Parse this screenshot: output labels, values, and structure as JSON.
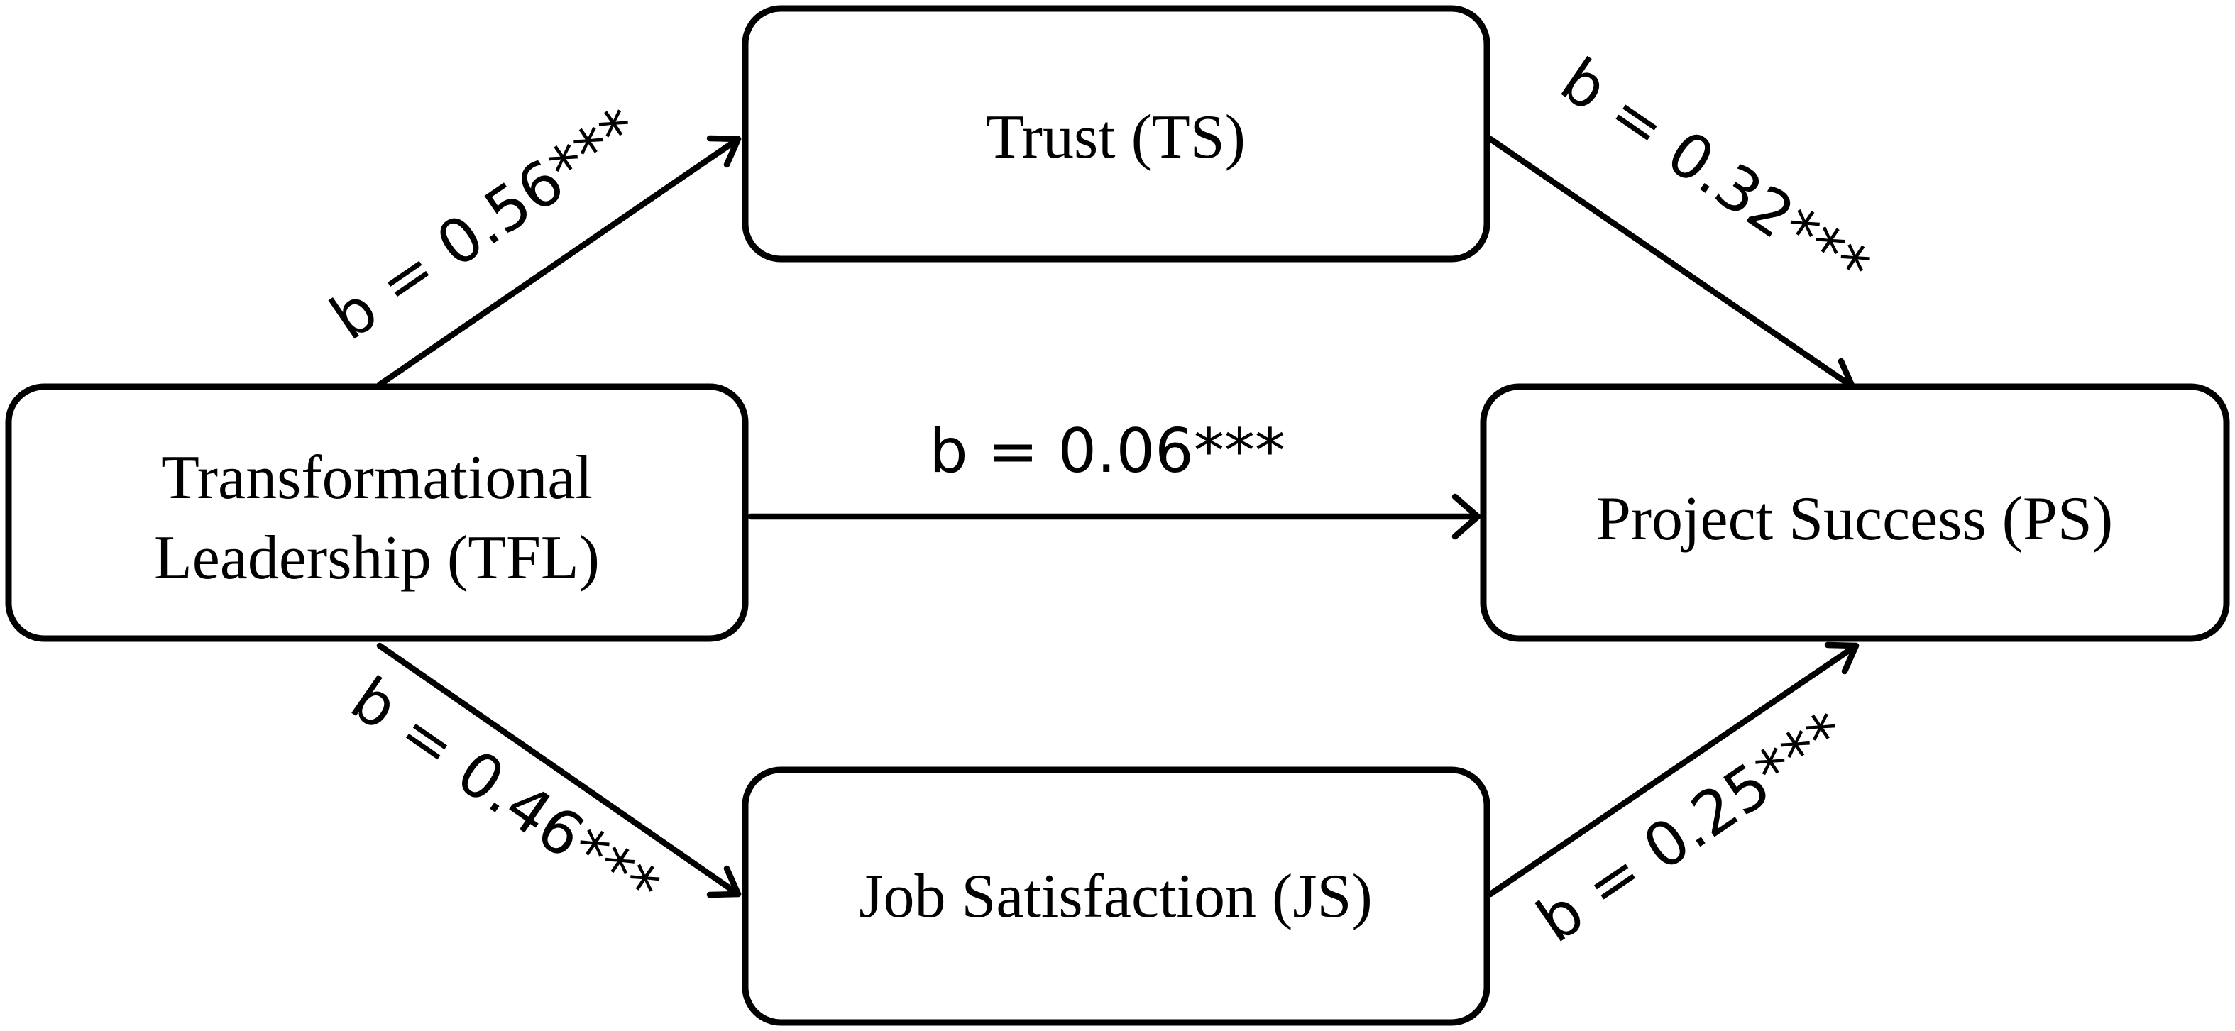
{
  "nodes": {
    "tfl": {
      "line1": "Transformational",
      "line2": "Leadership (TFL)"
    },
    "ts": {
      "label": "Trust (TS)"
    },
    "js": {
      "label": "Job Satisfaction (JS)"
    },
    "ps": {
      "label": "Project Success (PS)"
    }
  },
  "edges": {
    "tfl_ts": {
      "label": "b = 0.56***"
    },
    "tfl_js": {
      "label": "b = 0.46***"
    },
    "tfl_ps": {
      "label": "b = 0.06***"
    },
    "ts_ps": {
      "label": "b = 0.32***"
    },
    "js_ps": {
      "label": "b = 0.25***"
    }
  },
  "colors": {
    "stroke": "#000000",
    "background": "#ffffff"
  }
}
